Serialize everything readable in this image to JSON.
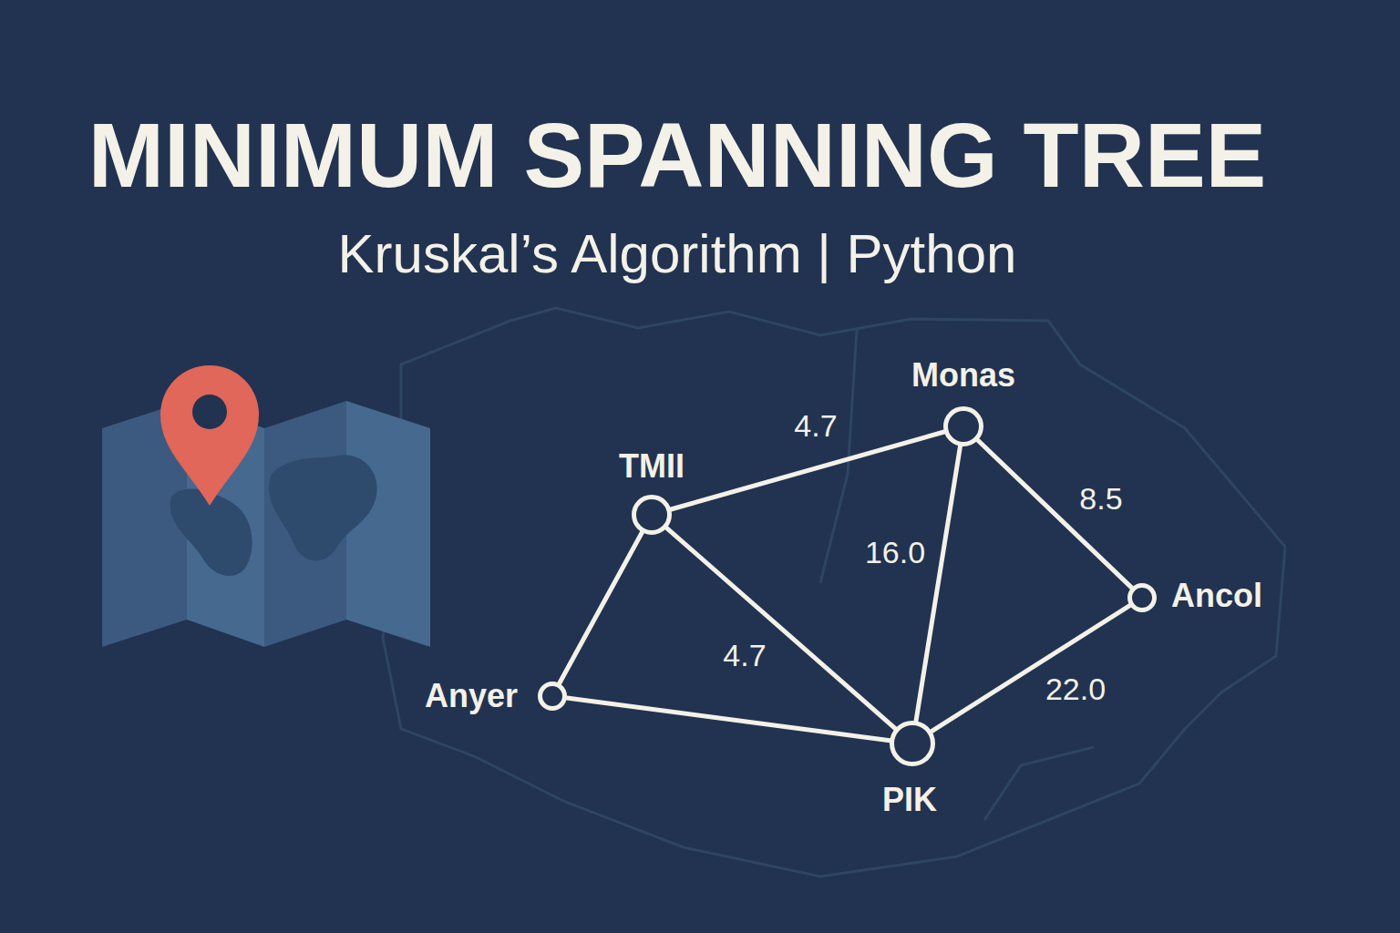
{
  "diagram": {
    "title": "MINIMUM SPANNING TREE",
    "nodes": [
      {
        "text": [
          "Monas"
        ]
      },
      {
        "text": [
          "TMII"
        ]
      },
      {
        "text": [
          "Ancol"
        ]
      },
      {
        "text": [
          "Anyer"
        ]
      },
      {
        "text": [
          "PIK"
        ]
      }
    ],
    "edges": [
      {
        "from": 1,
        "to": 0,
        "label": "4.7",
        "arrow": "none"
      },
      {
        "from": 0,
        "to": 2,
        "label": "8.5",
        "arrow": "none"
      },
      {
        "from": 0,
        "to": 4,
        "label": "16.0",
        "arrow": "none"
      },
      {
        "from": 1,
        "to": 4,
        "label": "4.7",
        "arrow": "none"
      },
      {
        "from": 1,
        "to": 3,
        "arrow": "none"
      },
      {
        "from": 3,
        "to": 4,
        "arrow": "none"
      },
      {
        "from": 4,
        "to": 2,
        "label": "22.0",
        "arrow": "none"
      }
    ],
    "labels": [
      "Kruskal’s Algorithm | Python"
    ]
  }
}
